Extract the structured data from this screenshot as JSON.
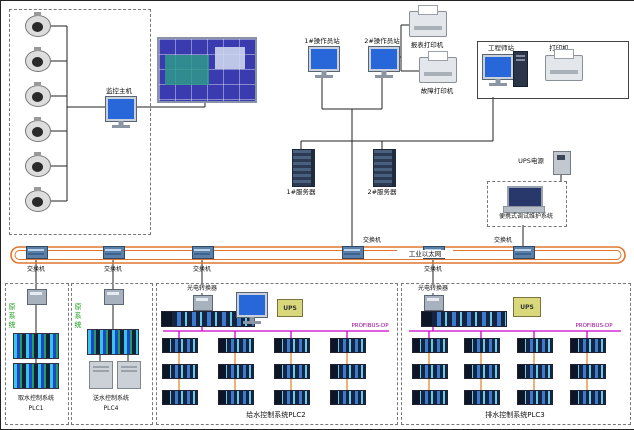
{
  "colors": {
    "ring": "#e0762e",
    "profibus": "#cc00cc",
    "io_chain": "#e08a30",
    "legacy_text": "#18a018"
  },
  "cctv": {
    "host": "监控主机"
  },
  "control": {
    "op1": "1#操作员站",
    "op2": "2#操作员站",
    "report_printer": "报表打印机",
    "fault_printer": "故障打印机",
    "server1": "1#服务器",
    "server2": "2#服务器"
  },
  "engineer": {
    "station": "工程师站",
    "printer": "打印机"
  },
  "maintenance": {
    "ups": "UPS电源",
    "portable": "便携式调试维护系统"
  },
  "network": {
    "ring": "工业以太网",
    "switch": "交换机",
    "fieldbus": "PROFIBUS-DP"
  },
  "plc": {
    "legacy": "原系统",
    "converter": "光电转换器",
    "ups": "UPS",
    "a1": "取水控制系统",
    "a2": "PLC1",
    "b1": "送水控制系统",
    "b2": "PLC4",
    "c": "给水控制系统PLC2",
    "d": "排水控制系统PLC3"
  }
}
